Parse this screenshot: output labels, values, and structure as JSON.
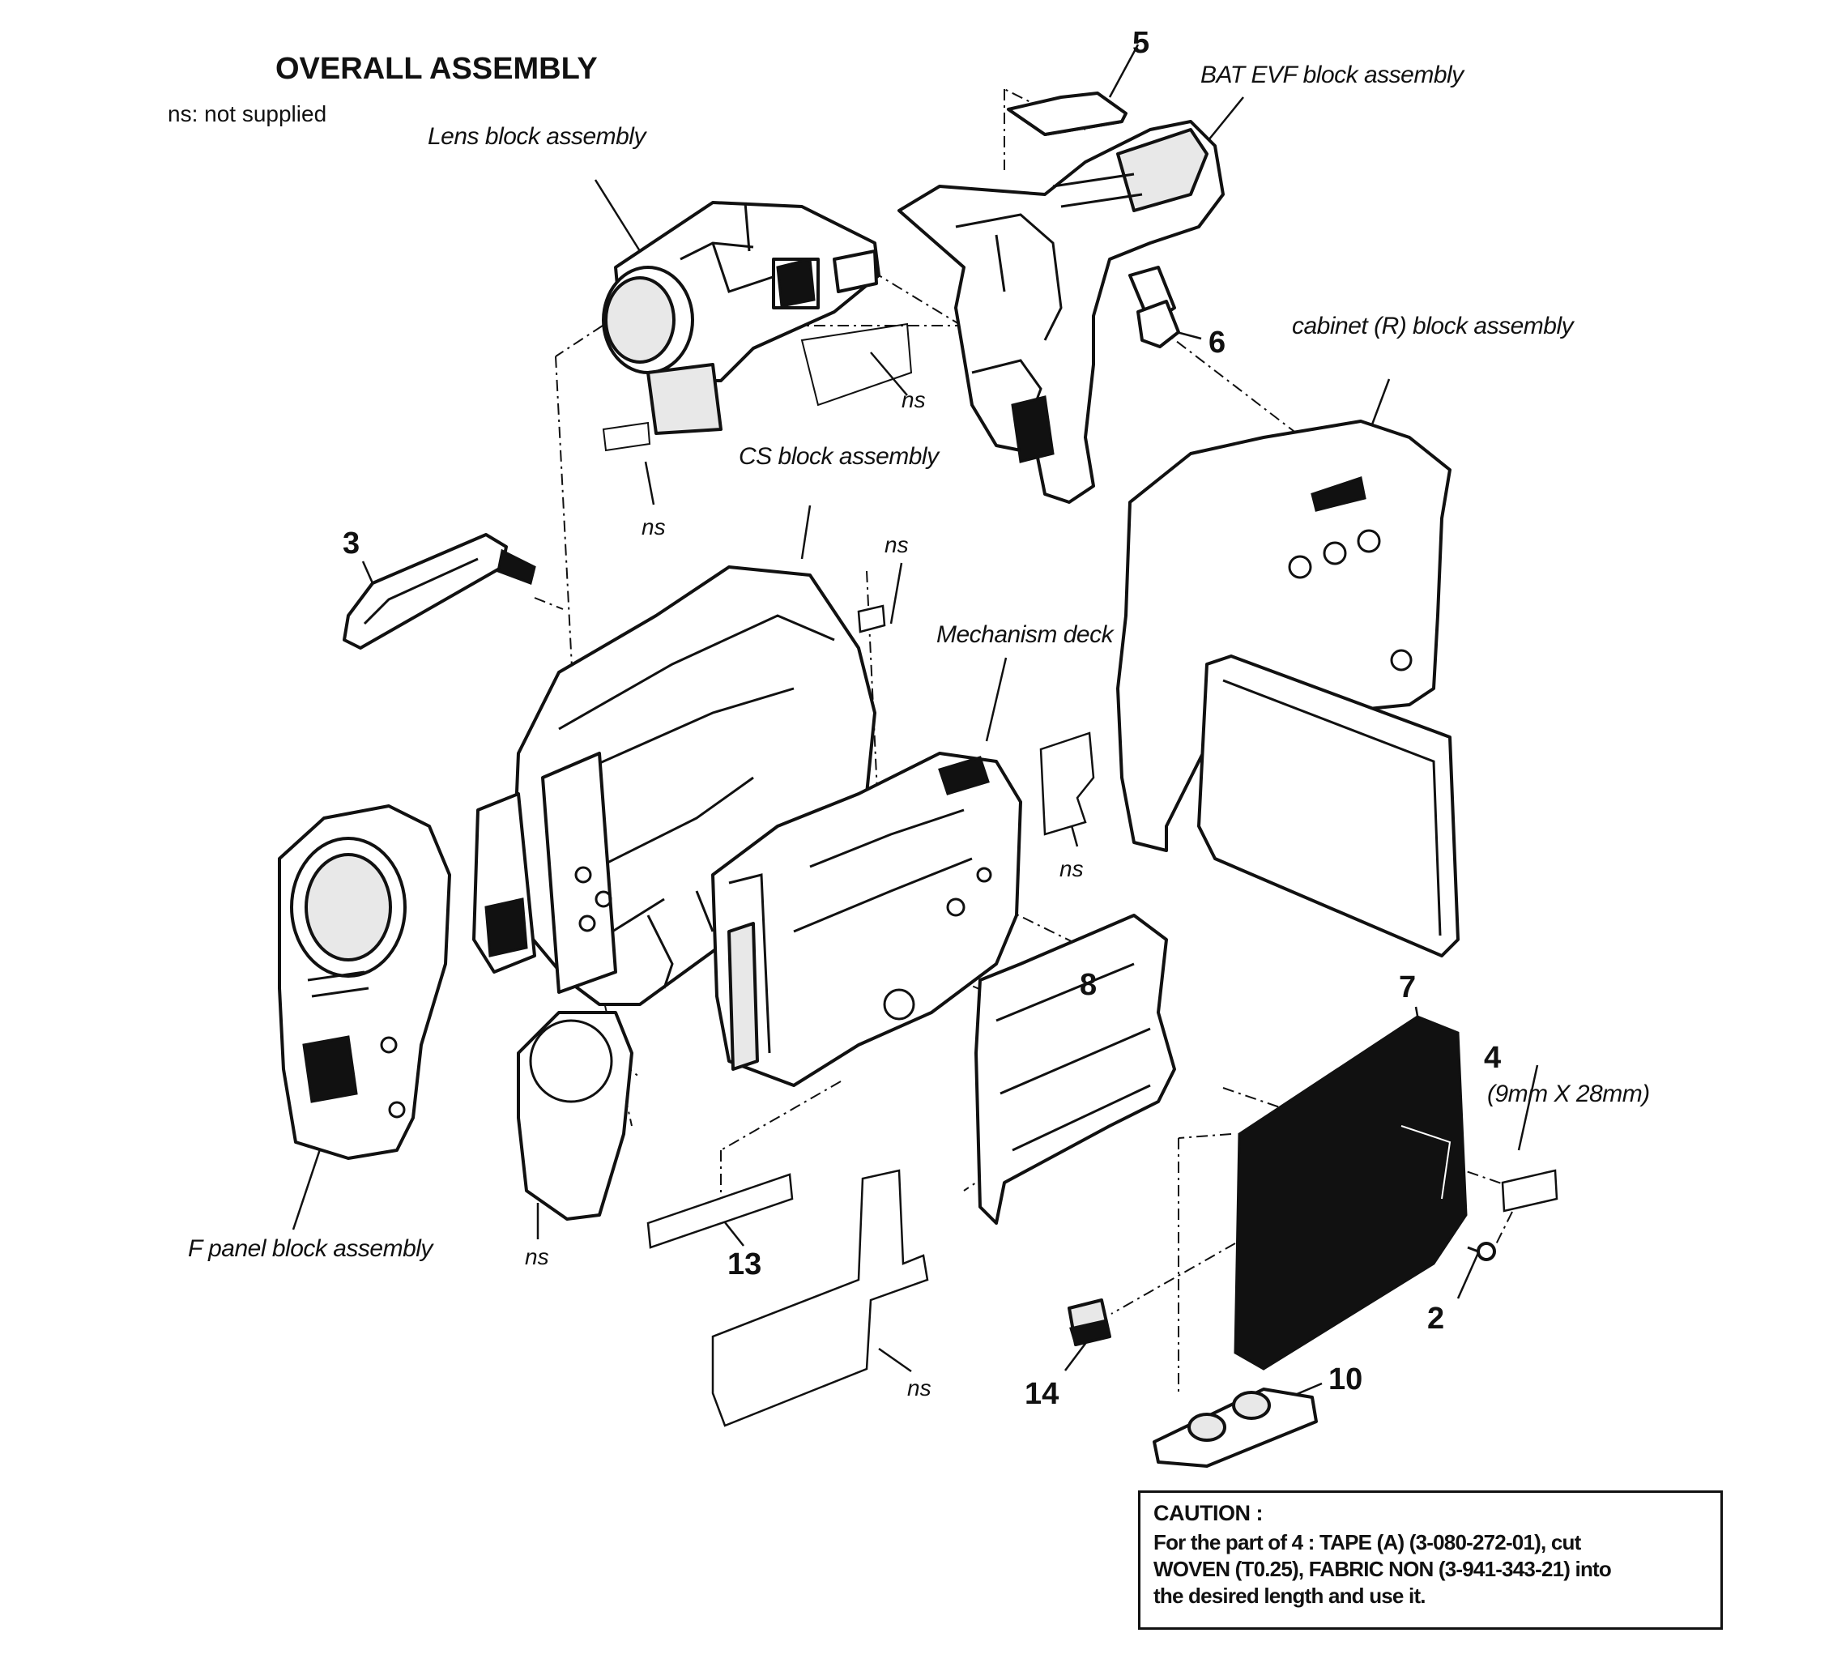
{
  "title": "OVERALL  ASSEMBLY",
  "legend_note": "ns: not supplied",
  "assemblies": {
    "lens": "Lens block assembly",
    "bat_evf": "BAT EVF block assembly",
    "cabinet_r": "cabinet (R) block assembly",
    "cs": "CS block assembly",
    "mechanism": "Mechanism deck",
    "f_panel": "F panel block assembly"
  },
  "ns_label": "ns",
  "part_numbers": {
    "p2": "2",
    "p3": "3",
    "p4": "4",
    "p5": "5",
    "p6": "6",
    "p7": "7",
    "p8": "8",
    "p10": "10",
    "p13": "13",
    "p14": "14"
  },
  "part4_size": "(9mm X 28mm)",
  "caution": {
    "heading": "CAUTION :",
    "lines": [
      "For the part of 4 :  TAPE (A) (3-080-272-01), cut",
      "WOVEN (T0.25), FABRIC NON (3-941-343-21) into",
      "the desired length and use it."
    ]
  }
}
